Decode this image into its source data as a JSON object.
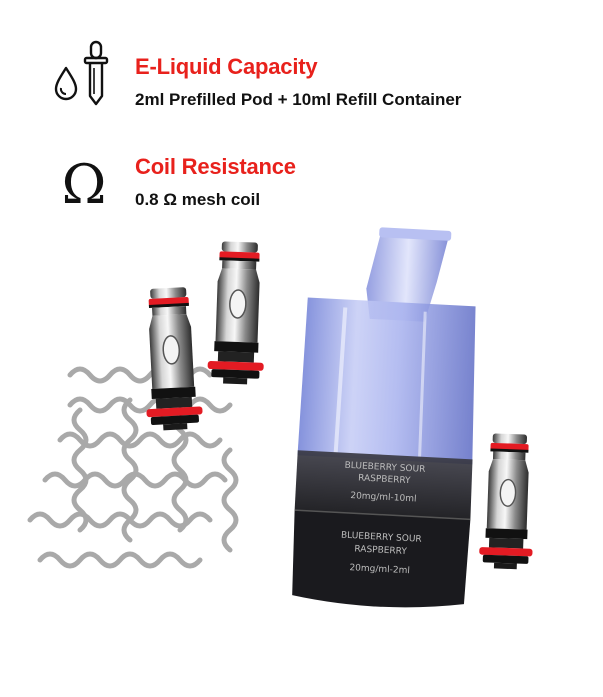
{
  "specs": [
    {
      "icon": "droplet-dropper-icon",
      "title": "E-Liquid Capacity",
      "description": "2ml Prefilled Pod + 10ml Refill Container"
    },
    {
      "icon": "omega-icon",
      "title": "Coil Resistance",
      "description": "0.8 Ω mesh coil"
    }
  ],
  "pod_labels": {
    "upper_line1": "BLUEBERRY SOUR",
    "upper_line2": "RASPBERRY",
    "upper_line3": "20mg/ml-10ml",
    "lower_line1": "BLUEBERRY SOUR",
    "lower_line2": "RASPBERRY",
    "lower_line3": "20mg/ml-2ml"
  },
  "colors": {
    "accent": "#e8211c",
    "text": "#111111",
    "pod_blue": "#9aa6e8",
    "coil_red": "#e31b23"
  }
}
